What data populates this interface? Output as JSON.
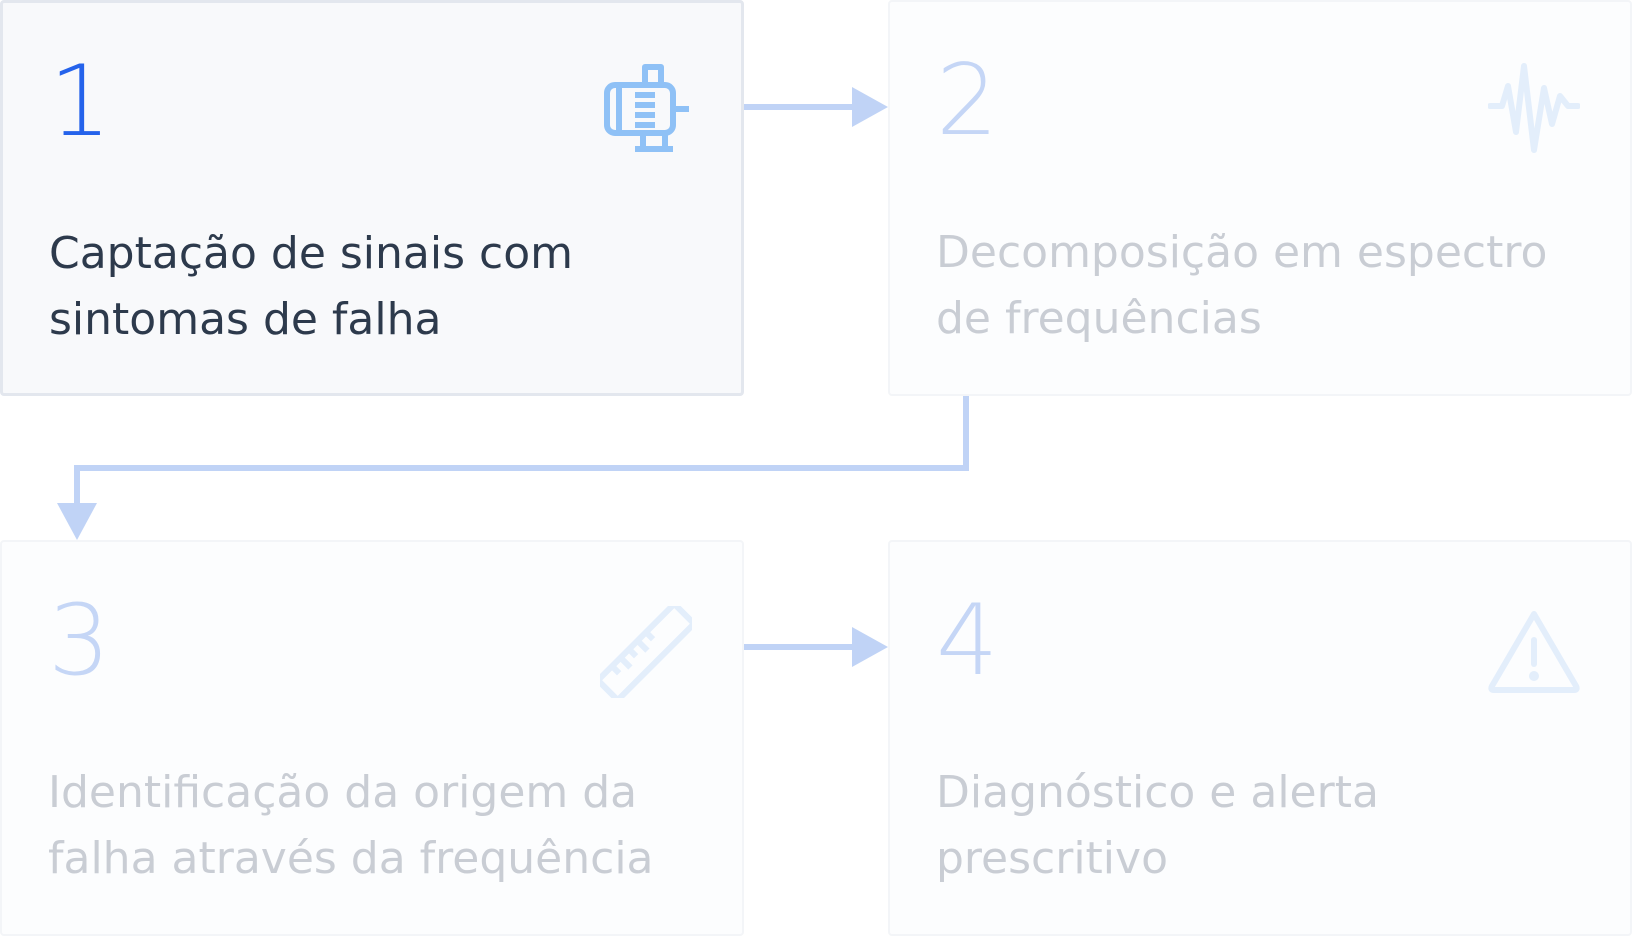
{
  "steps": [
    {
      "number": "1",
      "text": "Captação de sinais com sintomas de falha",
      "icon": "motor-icon",
      "state": "active"
    },
    {
      "number": "2",
      "text": "Decomposição em espectro de frequências",
      "icon": "waveform-icon",
      "state": "inactive"
    },
    {
      "number": "3",
      "text": "Identificação da origem da falha através da frequência",
      "icon": "ruler-icon",
      "state": "inactive"
    },
    {
      "number": "4",
      "text": "Diagnóstico e alerta prescritivo",
      "icon": "warning-icon",
      "state": "inactive"
    }
  ],
  "colors": {
    "accent": "#2563eb",
    "active_text": "#2d3a4c",
    "inactive_text": "#c9cdd4",
    "inactive_number": "#c5d6f6",
    "connector": "#c0d3f6",
    "active_icon": "#8fc1f6",
    "inactive_icon": "#e3eefb"
  }
}
